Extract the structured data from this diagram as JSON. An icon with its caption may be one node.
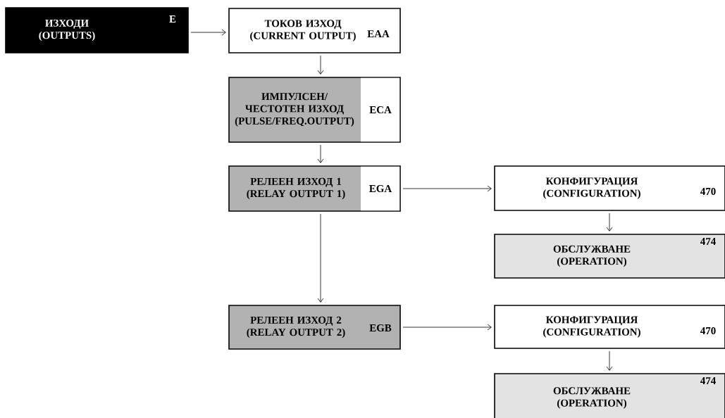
{
  "diagram": {
    "nodes": [
      {
        "text": [
          "ИЗХОДИ (OUTPUTS)",
          "E"
        ]
      },
      {
        "text": [
          "ТОКОВ ИЗХОД (CURRENT OUTPUT)",
          "EAA"
        ]
      },
      {
        "text": [
          "ИМПУЛСЕН/ ЧЕСТОТЕН ИЗХОД (PULSE/FREQ.OUTPUT)",
          "ECA"
        ]
      },
      {
        "text": [
          "РЕЛЕЕН ИЗХОД 1 (RELAY OUTPUT 1)",
          "EGA"
        ]
      },
      {
        "text": [
          "КОНФИГУРАЦИЯ (CONFIGURATION)",
          "470"
        ]
      },
      {
        "text": [
          "ОБСЛУЖВАНЕ (OPERATION)",
          "474"
        ]
      },
      {
        "text": [
          "РЕЛЕЕН ИЗХОД 2 (RELAY OUTPUT 2)",
          "EGB"
        ]
      },
      {
        "text": [
          "КОНФИГУРАЦИЯ (CONFIGURATION)",
          "470"
        ]
      },
      {
        "text": [
          "ОБСЛУЖВАНЕ (OPERATION)",
          "474"
        ]
      }
    ],
    "edges": [
      {
        "from": 0,
        "to": 1,
        "arrow": "to"
      },
      {
        "from": 1,
        "to": 2,
        "arrow": "to"
      },
      {
        "from": 2,
        "to": 3,
        "arrow": "to"
      },
      {
        "from": 3,
        "to": 4,
        "arrow": "to"
      },
      {
        "from": 4,
        "to": 5,
        "arrow": "to"
      },
      {
        "from": 3,
        "to": 6,
        "arrow": "to"
      },
      {
        "from": 6,
        "to": 7,
        "arrow": "to"
      },
      {
        "from": 7,
        "to": 8,
        "arrow": "to"
      }
    ]
  }
}
